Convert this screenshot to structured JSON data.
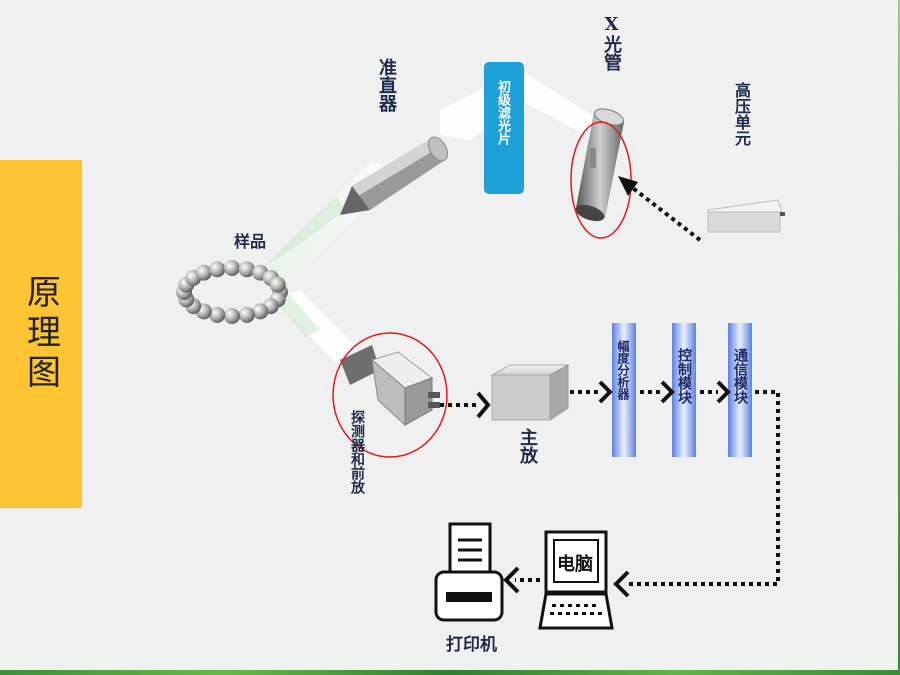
{
  "side_title": "原理图",
  "labels": {
    "collimator": "准直器",
    "primary_filter": "初级滤光片",
    "xray_tube": "X光管",
    "high_voltage": "高压单元",
    "sample": "样品",
    "detector_preamp": "探测器和前放",
    "main_amp": "主放",
    "amplitude_analyzer": "幅度分析器",
    "control_module": "控制模块",
    "comm_module": "通信模块",
    "computer": "电脑",
    "printer": "打印机"
  },
  "colors": {
    "side_tab": "#fdc433",
    "label_text": "#1f2b4c",
    "highlight_circle": "#e01b1b",
    "module_blue": "#5d7fe0",
    "filter_blue": "#1ea0d8"
  }
}
